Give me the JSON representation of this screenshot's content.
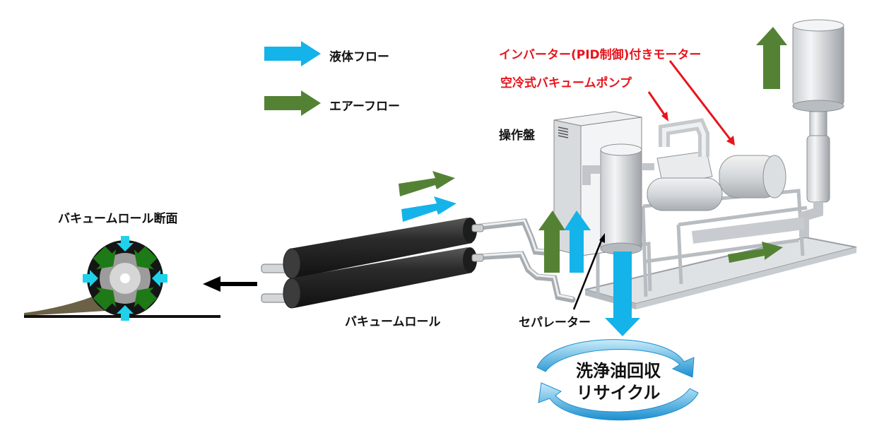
{
  "legend": {
    "liquid_flow": "液体フロー",
    "air_flow": "エアーフロー"
  },
  "labels": {
    "motor": "インバーター(PID制御)付きモーター",
    "pump": "空冷式バキュームポンプ",
    "control_panel": "操作盤",
    "roll_cross_section": "バキュームロール断面",
    "vacuum_roll": "バキュームロール",
    "separator": "セパレーター",
    "recycle_line1": "洗浄油回収",
    "recycle_line2": "リサイクル"
  },
  "colors": {
    "liquid": "#14b3ea",
    "air": "#548235",
    "callout": "#e8141c",
    "roll": "#2e2e2e",
    "cycle": "#1b8fd0"
  }
}
